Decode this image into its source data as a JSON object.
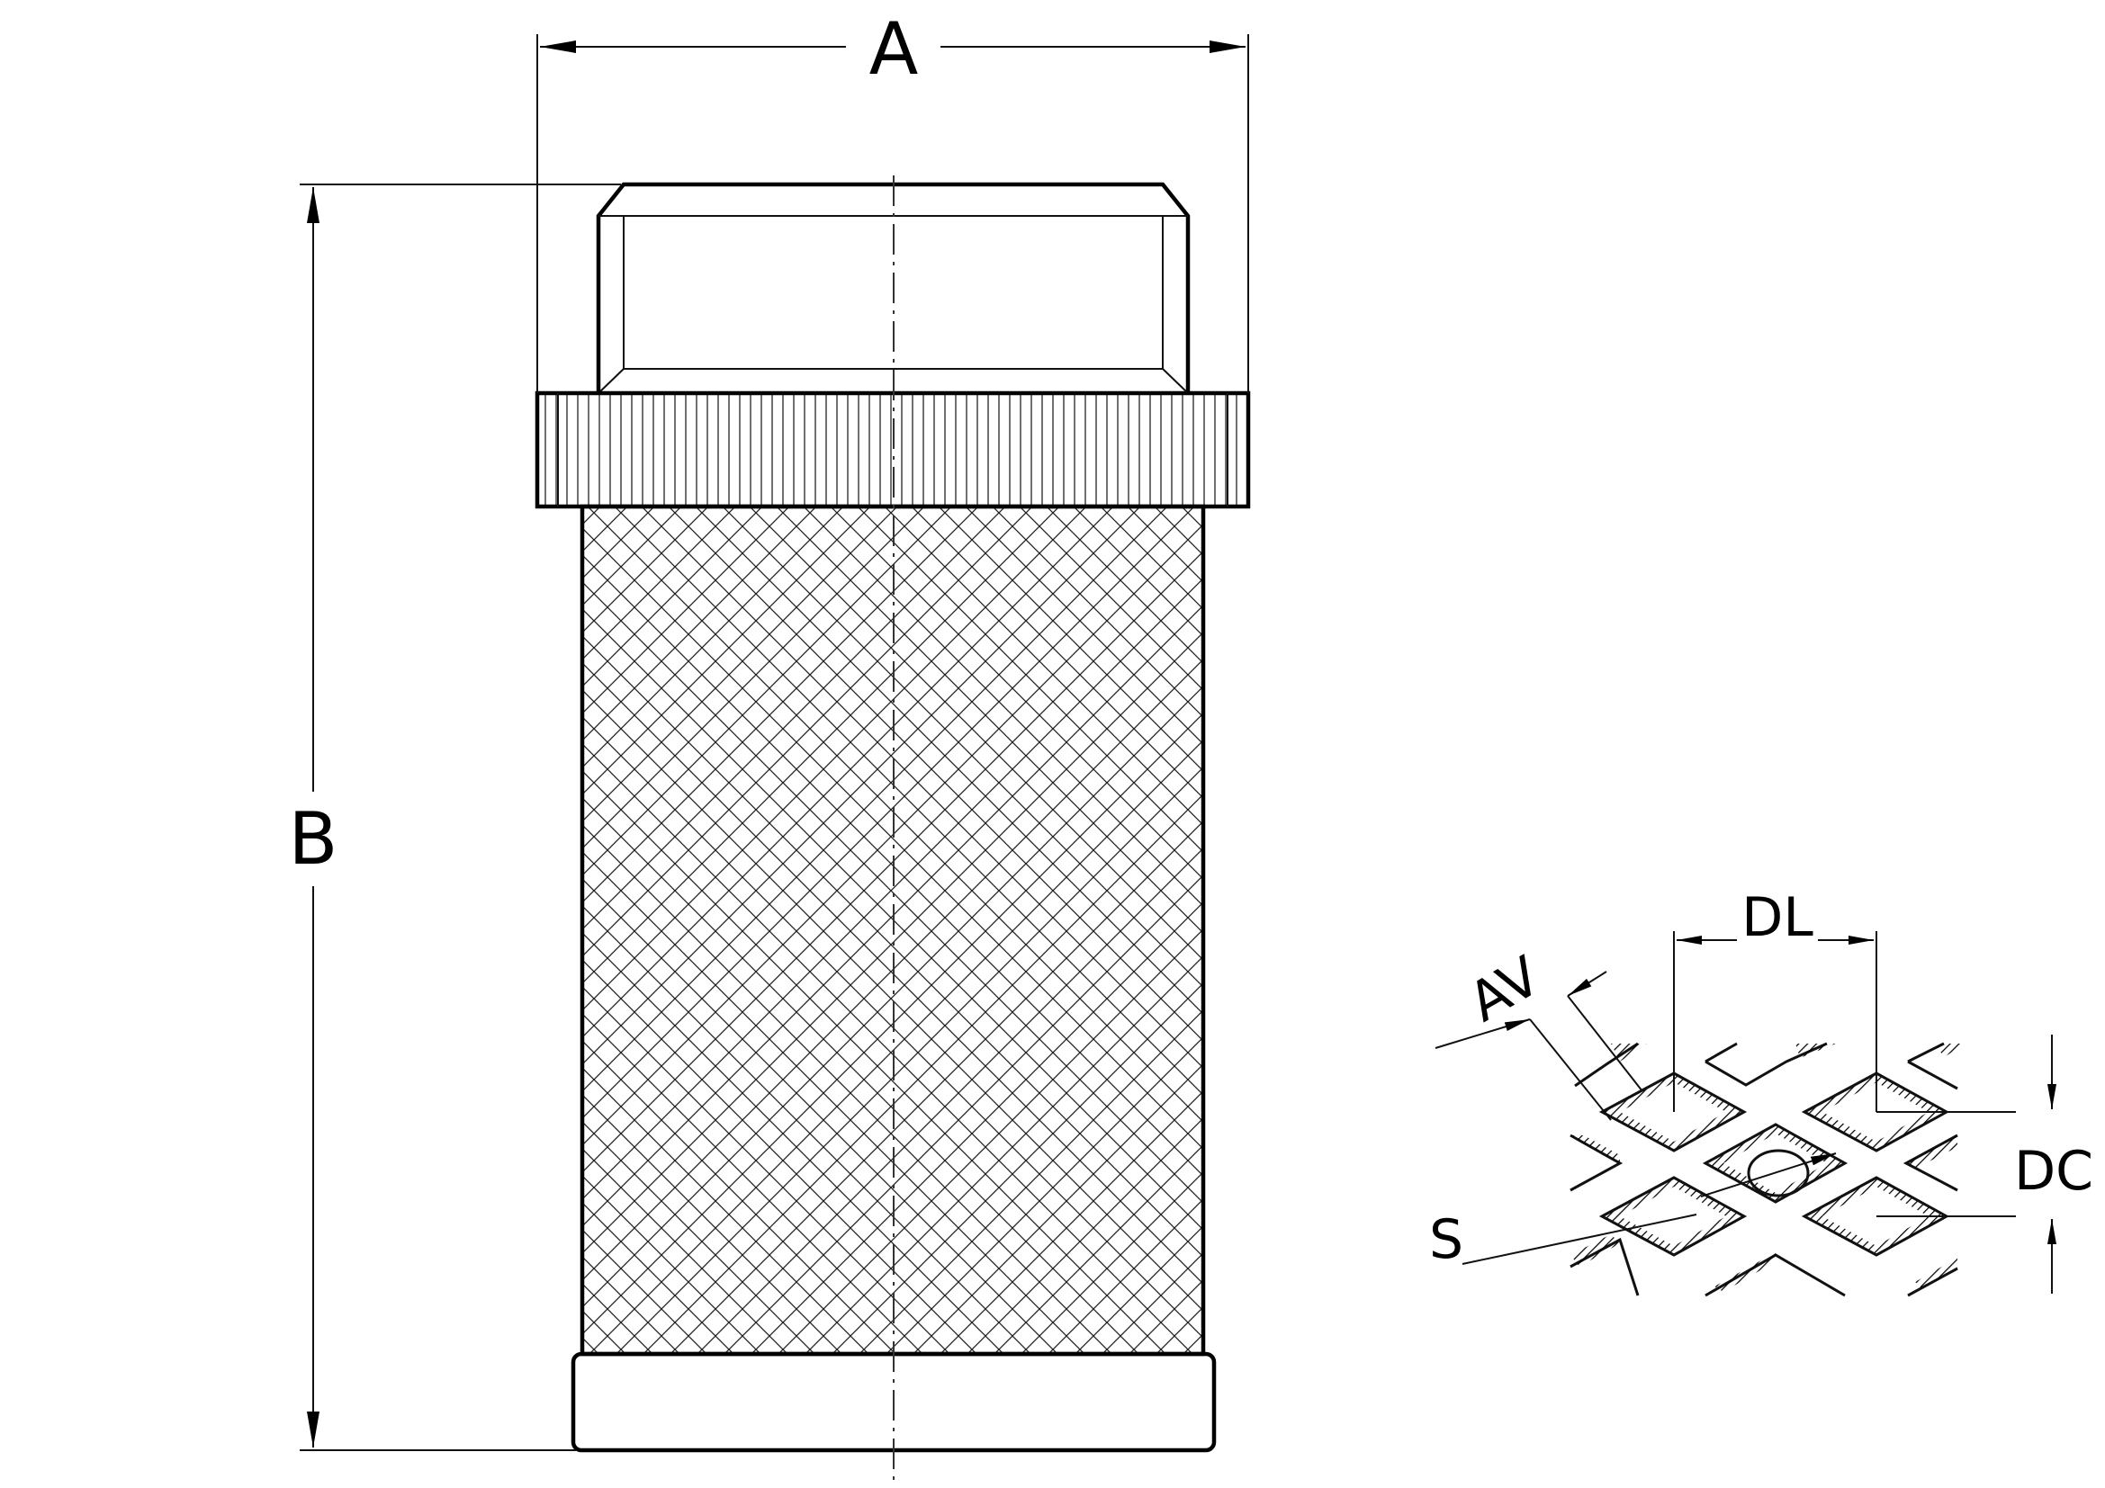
{
  "dimensions": {
    "width_label": "A",
    "height_label": "B"
  },
  "mesh_detail": {
    "long_diagonal_label": "DL",
    "short_diagonal_label": "DC",
    "strand_width_label": "AV",
    "thickness_label": "S"
  },
  "colors": {
    "line": "#000000",
    "background": "#ffffff"
  }
}
